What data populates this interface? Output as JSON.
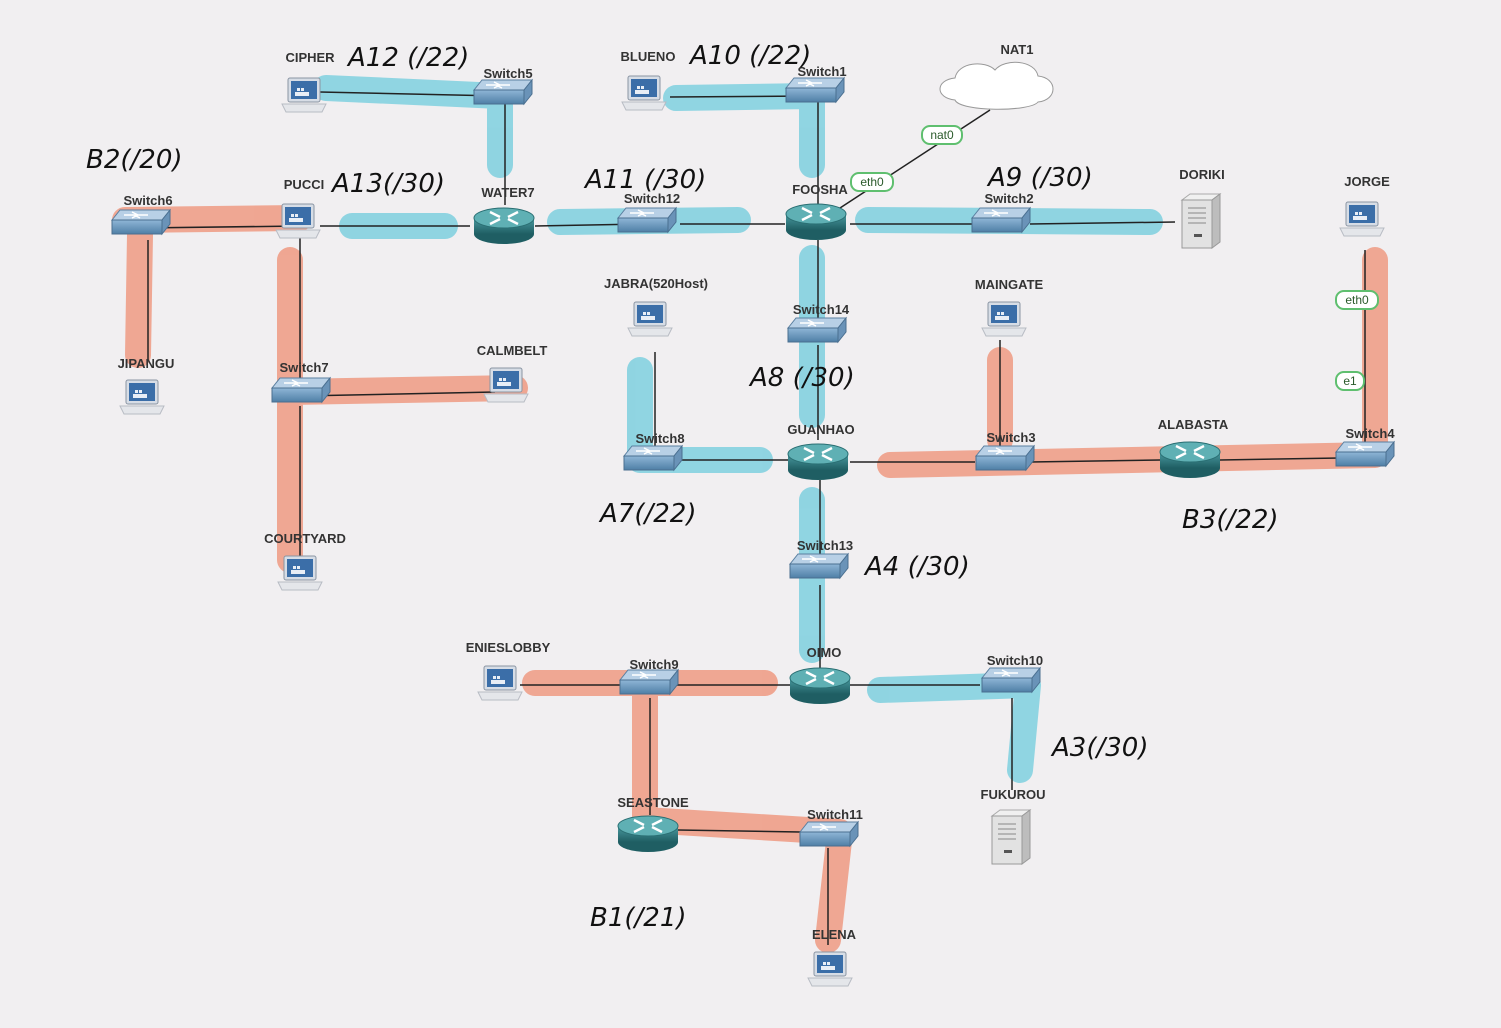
{
  "colors": {
    "background": "#f1eff1",
    "blue_highlight": "#7fd0df",
    "red_highlight": "#ef9a82",
    "router": "#2f7a7e",
    "switch": "#5b8fb8",
    "link": "#222222"
  },
  "nodes": {
    "cipher": {
      "label": "CIPHER",
      "kind": "host"
    },
    "switch5": {
      "label": "Switch5",
      "kind": "switch"
    },
    "blueno": {
      "label": "BLUENO",
      "kind": "host"
    },
    "switch1": {
      "label": "Switch1",
      "kind": "switch"
    },
    "nat1": {
      "label": "NAT1",
      "kind": "cloud"
    },
    "switch6": {
      "label": "Switch6",
      "kind": "switch"
    },
    "pucci": {
      "label": "PUCCI",
      "kind": "host"
    },
    "water7": {
      "label": "WATER7",
      "kind": "router"
    },
    "switch12": {
      "label": "Switch12",
      "kind": "switch"
    },
    "foosha": {
      "label": "FOOSHA",
      "kind": "router"
    },
    "switch2": {
      "label": "Switch2",
      "kind": "switch"
    },
    "doriki": {
      "label": "DORIKI",
      "kind": "server"
    },
    "jorge": {
      "label": "JORGE",
      "kind": "host"
    },
    "jipangu": {
      "label": "JIPANGU",
      "kind": "host"
    },
    "jabra": {
      "label": "JABRA(520Host)",
      "kind": "host"
    },
    "switch14": {
      "label": "Switch14",
      "kind": "switch"
    },
    "maingate": {
      "label": "MAINGATE",
      "kind": "host"
    },
    "switch7": {
      "label": "Switch7",
      "kind": "switch"
    },
    "calmbelt": {
      "label": "CALMBELT",
      "kind": "host"
    },
    "switch8": {
      "label": "Switch8",
      "kind": "switch"
    },
    "guanhao": {
      "label": "GUANHAO",
      "kind": "router"
    },
    "switch3": {
      "label": "Switch3",
      "kind": "switch"
    },
    "alabasta": {
      "label": "ALABASTA",
      "kind": "router"
    },
    "switch4": {
      "label": "Switch4",
      "kind": "switch"
    },
    "courtyard": {
      "label": "COURTYARD",
      "kind": "host"
    },
    "switch13": {
      "label": "Switch13",
      "kind": "switch"
    },
    "enieslobby": {
      "label": "ENIESLOBBY",
      "kind": "host"
    },
    "switch9": {
      "label": "Switch9",
      "kind": "switch"
    },
    "oimo": {
      "label": "OIMO",
      "kind": "router"
    },
    "switch10": {
      "label": "Switch10",
      "kind": "switch"
    },
    "seastone": {
      "label": "SEASTONE",
      "kind": "router"
    },
    "switch11": {
      "label": "Switch11",
      "kind": "switch"
    },
    "fukurou": {
      "label": "FUKUROU",
      "kind": "server"
    },
    "elena": {
      "label": "ELENA",
      "kind": "host"
    }
  },
  "interfaces": {
    "nat0": "nat0",
    "foosha_eth0": "eth0",
    "jorge_eth0": "eth0",
    "alabasta_e1": "e1"
  },
  "subnets": {
    "a12": "A12 (/22)",
    "a10": "A10 (/22)",
    "b2": "B2(/20)",
    "a13": "A13(/30)",
    "a11": "A11 (/30)",
    "a9": "A9 (/30)",
    "a8": "A8 (/30)",
    "a7": "A7(/22)",
    "b3": "B3(/22)",
    "a4": "A4 (/30)",
    "a3": "A3(/30)",
    "b1": "B1(/21)"
  }
}
